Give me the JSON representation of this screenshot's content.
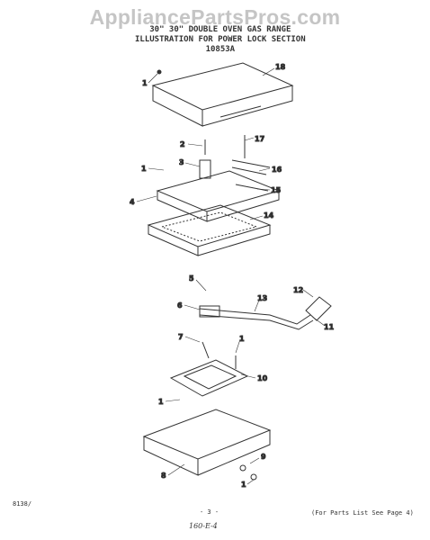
{
  "watermark": "AppliancePartsPros.com",
  "title": {
    "line1": "30\" 30\" DOUBLE OVEN GAS RANGE",
    "line2": "ILLUSTRATION FOR POWER LOCK SECTION",
    "line3": "10853A"
  },
  "callouts": {
    "c1a": "1",
    "c18": "18",
    "c2": "2",
    "c17": "17",
    "c3": "3",
    "c16": "16",
    "c1b": "1",
    "c4": "4",
    "c15": "15",
    "c14": "14",
    "c5": "5",
    "c12": "12",
    "c6": "6",
    "c13": "13",
    "c11": "11",
    "c7": "7",
    "c1c": "1",
    "c10": "10",
    "c1d": "1",
    "c9": "9",
    "c8": "8",
    "c1e": "1"
  },
  "footer": {
    "left": "8138/",
    "page": "- 3 -",
    "note": "(For Parts List See Page 4)",
    "handwritten": "160-E-4"
  }
}
